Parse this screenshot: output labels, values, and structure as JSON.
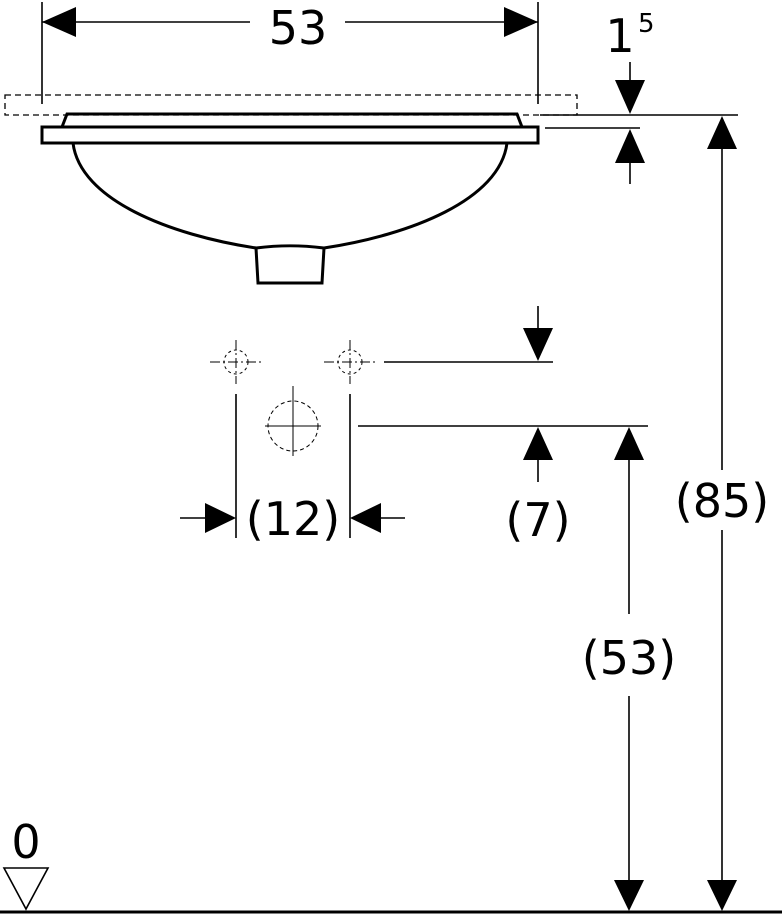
{
  "dimensions": {
    "top_width": "53",
    "rim_offset_main": "1",
    "rim_offset_sup": "5",
    "tap_spacing": "(12)",
    "tap_height_offset": "(7)",
    "drain_height": "(53)",
    "overall_height": "(85)",
    "floor_level": "0"
  },
  "colors": {
    "line": "#000000",
    "background": "#ffffff"
  }
}
